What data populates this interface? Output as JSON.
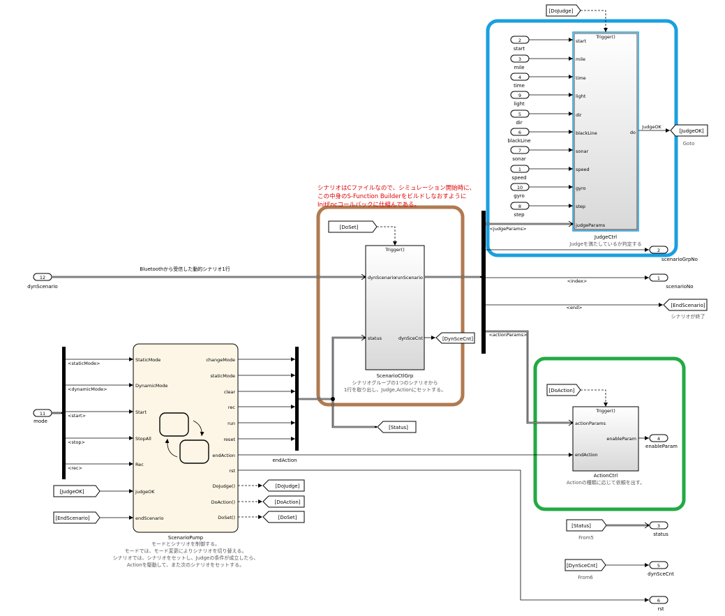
{
  "colors": {
    "highlight_blue": "#1a9fe0",
    "highlight_brown": "#b07a50",
    "highlight_green": "#22aa44",
    "annotation_red": "#e00000",
    "chart_fill": "#fdf6e6"
  },
  "blocks": {
    "judge_ctrl": {
      "trigger": "Trigger()",
      "inputs": [
        "start",
        "mile",
        "time",
        "light",
        "dir",
        "blackLine",
        "sonar",
        "speed",
        "gyro",
        "step",
        "judgeParams"
      ],
      "output": "do",
      "name": "JudgeCtrl",
      "desc": "Judgeを満たしているか判定する"
    },
    "scenario_ctl_grp": {
      "trigger": "Trigger()",
      "in_dyn": "dynScenario",
      "in_status": "status",
      "out_run": "runScenario",
      "out_dyn": "dynSceCnt",
      "name": "ScenarioCtlGrp",
      "desc1": "シナリオグループの1つのシナリオから",
      "desc2": "1行を取り出し、Judge,Actionにセットする。"
    },
    "action_ctrl": {
      "trigger": "Trigger()",
      "in_params": "actionParams",
      "in_end": "endAction",
      "out": "enableParam",
      "name": "ActionCtrl",
      "desc": "Actionの種類に応じて依頼を出す。"
    },
    "scenario_pump": {
      "inputs": [
        "StaticMode",
        "DynamicMode",
        "Start",
        "StopAll",
        "Rec",
        "judgeOK",
        "endScenario"
      ],
      "outputs": [
        "changeMode",
        "staticMode",
        "clear",
        "rec",
        "run",
        "reset",
        "endAction",
        "rst",
        "DoJudge()",
        "DoAction()",
        "DoSet()"
      ],
      "name": "ScenarioPump",
      "desc": [
        "モードとシナリオを制御する。",
        "モードでは、モード変更によりシナリオを切り替える。",
        "シナリオでは、シナリオをセットし、Judgeの条件が成立したら、",
        "Actionを駆動して、また次のシナリオをセットする。"
      ]
    }
  },
  "inports_judge": [
    {
      "num": "2",
      "name": "start"
    },
    {
      "num": "3",
      "name": "mile"
    },
    {
      "num": "4",
      "name": "time"
    },
    {
      "num": "9",
      "name": "light"
    },
    {
      "num": "5",
      "name": "dir"
    },
    {
      "num": "6",
      "name": "blackLine"
    },
    {
      "num": "7",
      "name": "sonar"
    },
    {
      "num": "1",
      "name": "speed"
    },
    {
      "num": "10",
      "name": "gyro"
    },
    {
      "num": "8",
      "name": "step"
    }
  ],
  "inport_dyn": {
    "num": "12",
    "name": "dynScenario"
  },
  "inport_mode": {
    "num": "11",
    "name": "mode"
  },
  "outports": {
    "scenarioGrpNo": {
      "num": "2",
      "name": "scenarioGrpNo"
    },
    "scenarioNo": {
      "num": "1",
      "name": "scenarioNo"
    },
    "enableParam": {
      "num": "4",
      "name": "enableParam"
    },
    "status": {
      "num": "3",
      "name": "status"
    },
    "dynSceCnt": {
      "num": "5",
      "name": "dynSceCnt"
    },
    "rst": {
      "num": "6",
      "name": "rst"
    }
  },
  "gotos": {
    "judgeOK": {
      "tag": "[JudgeOK]",
      "caption": "Goto"
    },
    "endScenario": {
      "tag": "[EndScenario]",
      "caption": "シナリオが終了"
    },
    "dynSceCnt": "[DynSceCnt]",
    "status": "[Status]",
    "doJudge": "[DoJudge]",
    "doAction": "[DoAction]",
    "doSet": "[DoSet]"
  },
  "froms": {
    "doJudge": "[DoJudge]",
    "doSet": "[DoSet]",
    "doAction": "[DoAction]",
    "judgeOK": "[JudgeOK]",
    "endScenario": "[EndScenario]",
    "status": {
      "tag": "[Status]",
      "caption": "From5"
    },
    "dynSceCnt": {
      "tag": "[DynSceCnt]",
      "caption": "From6"
    }
  },
  "signals": {
    "judgeOK": "JudgeOK",
    "judgeParams": "<judgeParams>",
    "index": "<index>",
    "end": "<end>",
    "actionParams": "<actionParams>",
    "staticMode": "<staticMode>",
    "dynamicMode": "<dynamicMode>",
    "start": "<start>",
    "stop": "<stop>",
    "rec": "<rec>",
    "bluetooth": "Bluetoothから受信した動的シナリオ1行",
    "endAction": "endAction"
  },
  "annotation": [
    "シナリオはCファイルなので、シミュレーション開始時に、",
    "この中身のS-Function Builderをビルドしなおすように",
    "InitFncコールバックに仕組んである。"
  ]
}
